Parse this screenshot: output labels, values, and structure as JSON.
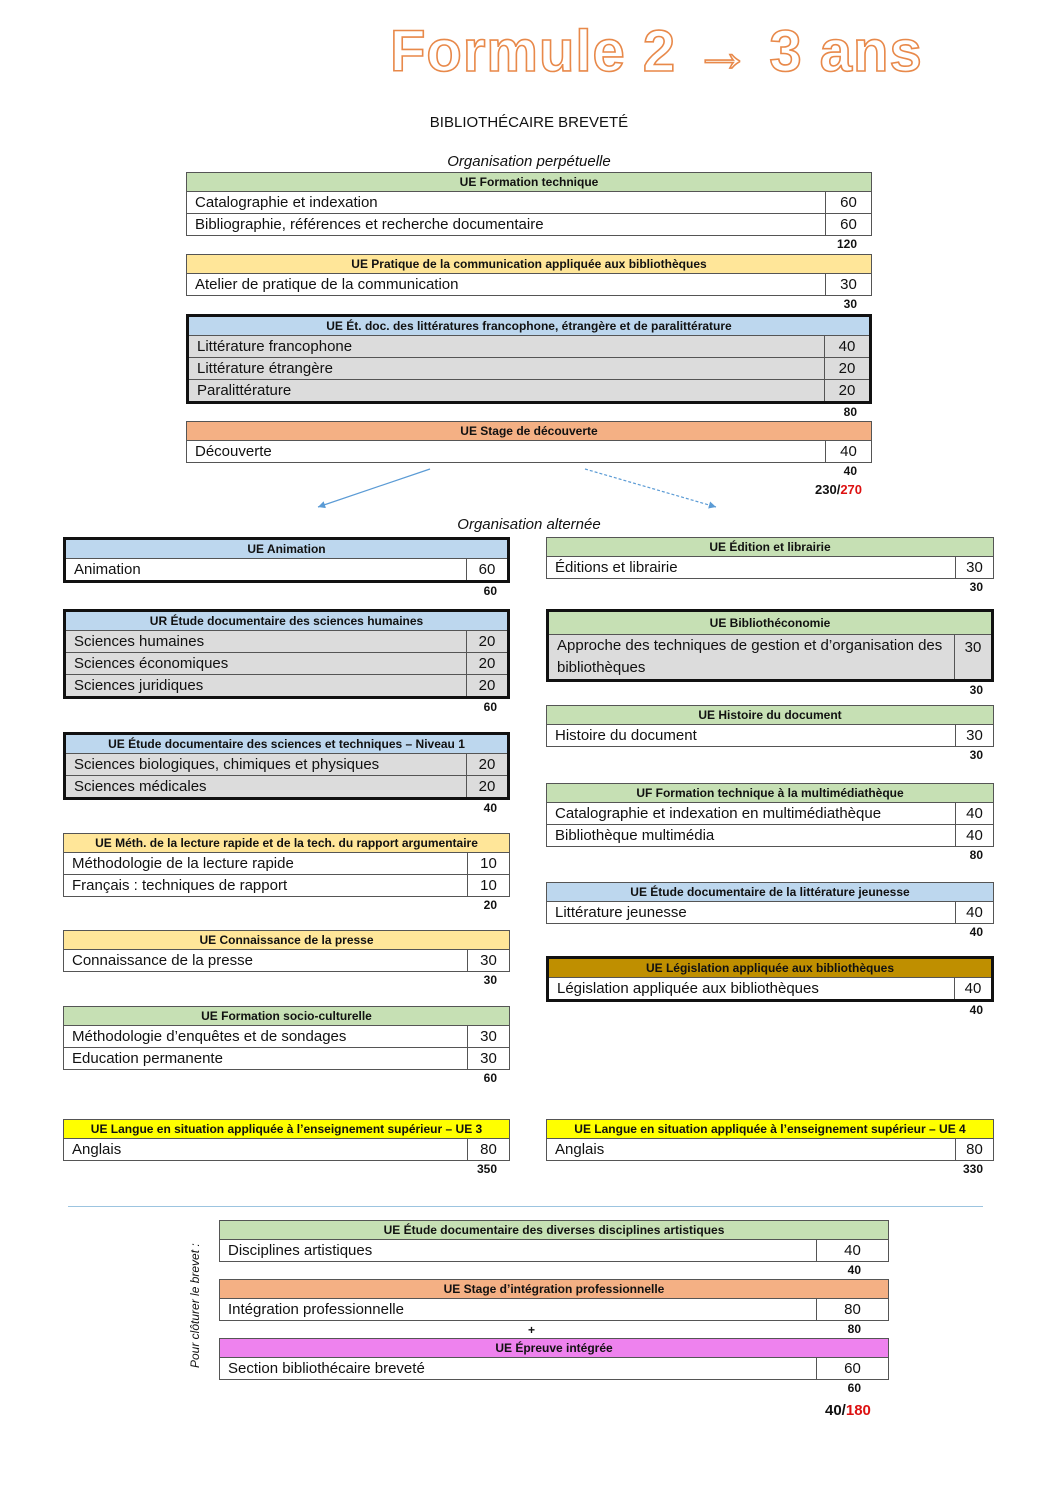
{
  "title": "Formule 2 → 3 ans",
  "subtitle": "BIBLIOTHÉCAIRE BREVETÉ",
  "org_perpetuelle": "Organisation perpétuelle",
  "org_alternee": "Organisation alternée",
  "side_note": "Pour clôturer le brevet :",
  "plus": "+",
  "colors": {
    "green": "#c6e0b4",
    "yellow_light": "#ffe699",
    "blue": "#bdd7ee",
    "orange": "#f4b084",
    "yellow": "#ffff00",
    "brown": "#bf8f00",
    "pink": "#ee82ee",
    "red": "#d11111"
  },
  "perp": [
    {
      "header": "UE Formation technique",
      "color": "green",
      "rows": [
        [
          "Catalographie et indexation",
          "60"
        ],
        [
          "Bibliographie, références et recherche documentaire",
          "60"
        ]
      ],
      "total": "120"
    },
    {
      "header": "UE Pratique de la communication appliquée aux bibliothèques",
      "color": "yellow_light",
      "rows": [
        [
          "Atelier de pratique de la communication",
          "30"
        ]
      ],
      "total": "30"
    },
    {
      "header": "UE Ét. doc. des littératures francophone, étrangère et de paralittérature",
      "color": "blue",
      "rows": [
        [
          "Littérature francophone",
          "40"
        ],
        [
          "Littérature étrangère",
          "20"
        ],
        [
          "Paralittérature",
          "20"
        ]
      ],
      "total": "80"
    },
    {
      "header": "UE Stage de découverte",
      "color": "orange",
      "rows": [
        [
          "Découverte",
          "40"
        ]
      ],
      "total": "40"
    }
  ],
  "perp_sum": {
    "a": "230/",
    "b": "270"
  },
  "left": [
    {
      "header": "UE Animation",
      "color": "blue",
      "rows": [
        [
          "Animation",
          "60"
        ]
      ],
      "total": "60"
    },
    {
      "header": "UR Étude documentaire des sciences humaines",
      "color": "blue",
      "rows": [
        [
          "Sciences humaines",
          "20"
        ],
        [
          "Sciences économiques",
          "20"
        ],
        [
          "Sciences juridiques",
          "20"
        ]
      ],
      "total": "60"
    },
    {
      "header": "UE Étude documentaire des sciences et techniques – Niveau 1",
      "color": "blue",
      "rows": [
        [
          "Sciences biologiques, chimiques et physiques",
          "20"
        ],
        [
          "Sciences médicales",
          "20"
        ]
      ],
      "total": "40"
    },
    {
      "header": "UE Méth. de la lecture rapide et de la tech. du rapport argumentaire",
      "color": "yellow_light",
      "rows": [
        [
          "Méthodologie de la lecture rapide",
          "10"
        ],
        [
          "Français : techniques de rapport",
          "10"
        ]
      ],
      "total": "20"
    },
    {
      "header": "UE Connaissance de la presse",
      "color": "yellow_light",
      "rows": [
        [
          "Connaissance de la presse",
          "30"
        ]
      ],
      "total": "30"
    },
    {
      "header": "UE Formation socio-culturelle",
      "color": "green",
      "rows": [
        [
          "Méthodologie d’enquêtes et de sondages",
          "30"
        ],
        [
          "Education permanente",
          "30"
        ]
      ],
      "total": "60"
    },
    {
      "header": "UE Langue en situation appliquée à l’enseignement supérieur – UE 3",
      "color": "yellow",
      "rows": [
        [
          "Anglais",
          "80"
        ]
      ],
      "total": "350"
    }
  ],
  "right": [
    {
      "header": "UE Édition et librairie",
      "color": "green",
      "rows": [
        [
          "Éditions et librairie",
          "30"
        ]
      ],
      "total": "30"
    },
    {
      "header": "UE Bibliothéconomie",
      "color": "green",
      "rows": [
        [
          "Approche des techniques de gestion et d’organisation des bibliothèques",
          "30"
        ]
      ],
      "total": "30"
    },
    {
      "header": "UE Histoire du document",
      "color": "green",
      "rows": [
        [
          "Histoire du document",
          "30"
        ]
      ],
      "total": "30"
    },
    {
      "header": "UF Formation technique à la multimédiathèque",
      "color": "green",
      "rows": [
        [
          "Catalographie et indexation en multimédiathèque",
          "40"
        ],
        [
          "Bibliothèque multimédia",
          "40"
        ]
      ],
      "total": "80"
    },
    {
      "header": "UE Étude documentaire de la littérature jeunesse",
      "color": "blue",
      "rows": [
        [
          "Littérature jeunesse",
          "40"
        ]
      ],
      "total": "40"
    },
    {
      "header": "UE Législation appliquée aux bibliothèques",
      "color": "brown",
      "rows": [
        [
          "Législation appliquée aux bibliothèques",
          "40"
        ]
      ],
      "total": "40"
    },
    {
      "header": "UE Langue en situation appliquée à l’enseignement supérieur – UE 4",
      "color": "yellow",
      "rows": [
        [
          "Anglais",
          "80"
        ]
      ],
      "total": "330"
    }
  ],
  "bottom": [
    {
      "header": "UE Étude documentaire des diverses disciplines artistiques",
      "color": "green",
      "rows": [
        [
          "Disciplines artistiques",
          "40"
        ]
      ],
      "total": "40"
    },
    {
      "header": "UE Stage d’intégration professionnelle",
      "color": "orange",
      "rows": [
        [
          "Intégration professionnelle",
          "80"
        ]
      ],
      "total": "80"
    },
    {
      "header": "UE Épreuve intégrée",
      "color": "pink",
      "rows": [
        [
          "Section bibliothécaire breveté",
          "60"
        ]
      ],
      "total": "60"
    }
  ],
  "bottom_sum": {
    "a": "40/",
    "b": "180"
  }
}
